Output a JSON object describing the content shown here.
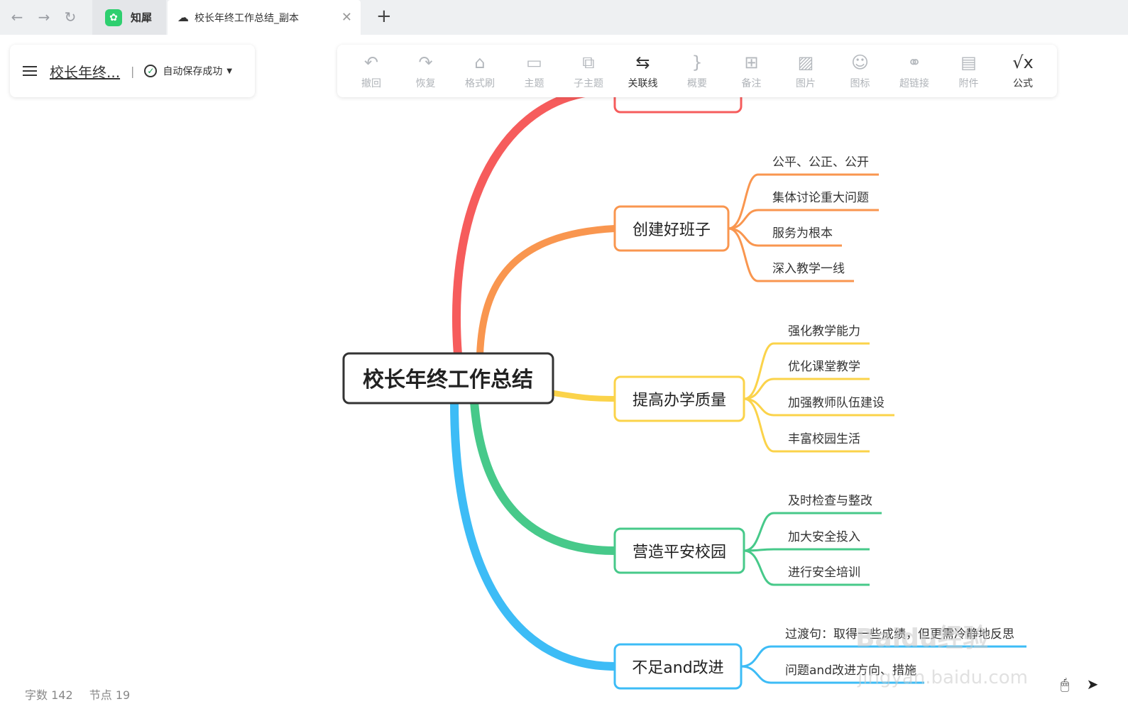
{
  "tabs": {
    "app_label": "知犀",
    "doc_label": "校长年终工作总结_副本"
  },
  "doc": {
    "title": "校长年终...",
    "divider": "|",
    "save_status": "自动保存成功"
  },
  "toolbar": {
    "items": [
      {
        "label": "撤回",
        "icon": "undo-icon"
      },
      {
        "label": "恢复",
        "icon": "redo-icon"
      },
      {
        "label": "格式刷",
        "icon": "format-brush-icon"
      },
      {
        "label": "主题",
        "icon": "topic-icon"
      },
      {
        "label": "子主题",
        "icon": "subtopic-icon"
      },
      {
        "label": "关联线",
        "icon": "relation-line-icon"
      },
      {
        "label": "概要",
        "icon": "summary-icon"
      },
      {
        "label": "备注",
        "icon": "note-icon"
      },
      {
        "label": "图片",
        "icon": "image-icon"
      },
      {
        "label": "图标",
        "icon": "emoji-icon"
      },
      {
        "label": "超链接",
        "icon": "link-icon"
      },
      {
        "label": "附件",
        "icon": "attachment-icon"
      },
      {
        "label": "公式",
        "icon": "formula-icon"
      }
    ]
  },
  "mindmap": {
    "root": "校长年终工作总结",
    "branches": [
      {
        "label": "",
        "color": "#f65c5c",
        "children": []
      },
      {
        "label": "创建好班子",
        "color": "#f9964f",
        "children": [
          "公平、公正、公开",
          "集体讨论重大问题",
          "服务为根本",
          "深入教学一线"
        ]
      },
      {
        "label": "提高办学质量",
        "color": "#fbd34a",
        "children": [
          "强化教学能力",
          "优化课堂教学",
          "加强教师队伍建设",
          "丰富校园生活"
        ]
      },
      {
        "label": "营造平安校园",
        "color": "#47c98a",
        "children": [
          "及时检查与整改",
          "加大安全投入",
          "进行安全培训"
        ]
      },
      {
        "label": "不足and改进",
        "color": "#3dbcf6",
        "children": [
          "过渡句：取得一些成绩，但更需冷静地反思",
          "问题and改进方向、措施"
        ]
      }
    ]
  },
  "status": {
    "word_count": "字数 142",
    "node_count": "节点 19"
  },
  "watermark": {
    "main": "Baidu经验",
    "sub": "jingyan.baidu.com"
  }
}
